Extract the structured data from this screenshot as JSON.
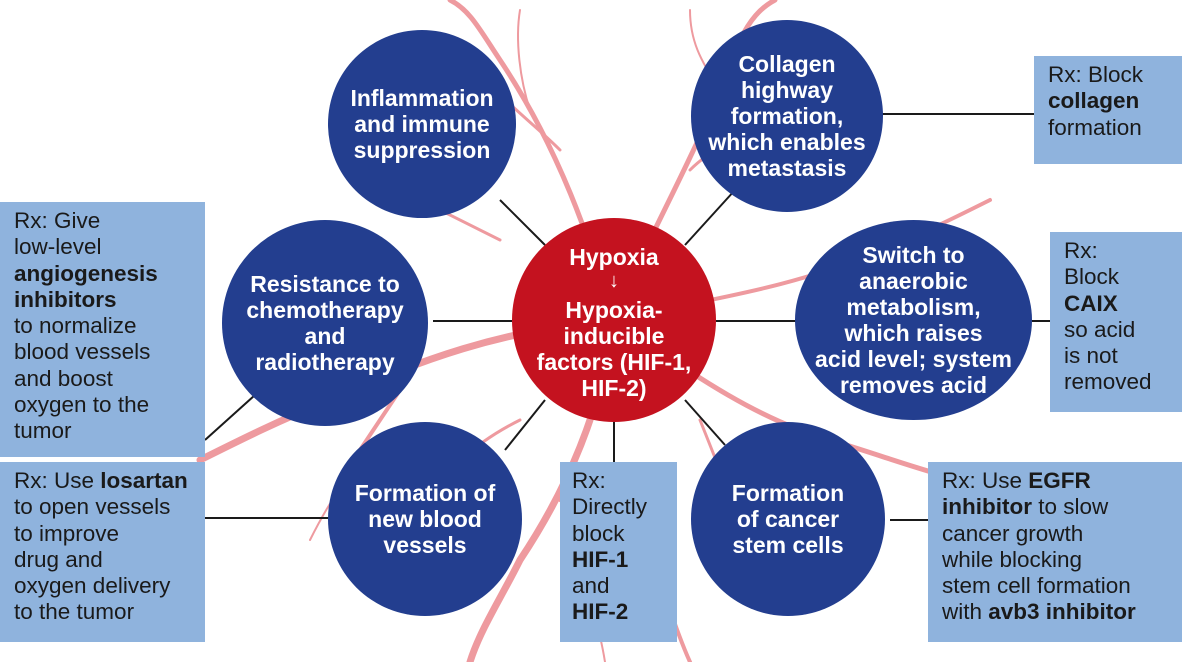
{
  "colors": {
    "circle": "#233e8f",
    "center": "#c4121f",
    "box": "#8fb3dd",
    "vessel": "#ee9a9f",
    "line": "#1a1a1a"
  },
  "center": {
    "top": "Hypoxia",
    "arrow_icon": "arrow-down-icon",
    "bottom": [
      "Hypoxia-",
      "inducible",
      "factors (HIF-1,",
      "HIF-2)"
    ]
  },
  "circles": {
    "inflammation": [
      "Inflammation",
      "and immune",
      "suppression"
    ],
    "collagen": [
      "Collagen",
      "highway",
      "formation,",
      "which enables",
      "metastasis"
    ],
    "resistance": [
      "Resistance to",
      "chemotherapy",
      "and",
      "radiotherapy"
    ],
    "anaerobic": [
      "Switch to",
      "anaerobic",
      "metabolism,",
      "which raises",
      "acid level; system",
      "removes acid"
    ],
    "vessels": [
      "Formation of",
      "new blood",
      "vessels"
    ],
    "stem": [
      "Formation",
      "of cancer",
      "stem cells"
    ]
  },
  "boxes": {
    "collagen_rx": [
      [
        {
          "t": "Rx: Block",
          "b": false
        }
      ],
      [
        {
          "t": "collagen",
          "b": true
        }
      ],
      [
        {
          "t": "formation",
          "b": false
        }
      ]
    ],
    "angiogenesis_rx": [
      [
        {
          "t": "Rx: Give",
          "b": false
        }
      ],
      [
        {
          "t": "low-level",
          "b": false
        }
      ],
      [
        {
          "t": "angiogenesis",
          "b": true
        }
      ],
      [
        {
          "t": "inhibitors",
          "b": true
        }
      ],
      [
        {
          "t": "to normalize",
          "b": false
        }
      ],
      [
        {
          "t": "blood vessels",
          "b": false
        }
      ],
      [
        {
          "t": "and boost",
          "b": false
        }
      ],
      [
        {
          "t": "oxygen to the",
          "b": false
        }
      ],
      [
        {
          "t": "tumor",
          "b": false
        }
      ]
    ],
    "losartan_rx": [
      [
        {
          "t": "Rx: Use ",
          "b": false
        },
        {
          "t": "losartan",
          "b": true
        }
      ],
      [
        {
          "t": "to open vessels",
          "b": false
        }
      ],
      [
        {
          "t": "to improve",
          "b": false
        }
      ],
      [
        {
          "t": "drug and",
          "b": false
        }
      ],
      [
        {
          "t": "oxygen delivery",
          "b": false
        }
      ],
      [
        {
          "t": "to the tumor",
          "b": false
        }
      ]
    ],
    "caix_rx": [
      [
        {
          "t": "Rx:",
          "b": false
        }
      ],
      [
        {
          "t": "Block",
          "b": false
        }
      ],
      [
        {
          "t": "CAIX",
          "b": true
        }
      ],
      [
        {
          "t": "so acid",
          "b": false
        }
      ],
      [
        {
          "t": "is not",
          "b": false
        }
      ],
      [
        {
          "t": "removed",
          "b": false
        }
      ]
    ],
    "hif_rx": [
      [
        {
          "t": "Rx:",
          "b": false
        }
      ],
      [
        {
          "t": "Directly",
          "b": false
        }
      ],
      [
        {
          "t": "block",
          "b": false
        }
      ],
      [
        {
          "t": "HIF-1",
          "b": true
        }
      ],
      [
        {
          "t": "and",
          "b": false
        }
      ],
      [
        {
          "t": "HIF-2",
          "b": true
        }
      ]
    ],
    "egfr_rx": [
      [
        {
          "t": "Rx: Use ",
          "b": false
        },
        {
          "t": "EGFR",
          "b": true
        }
      ],
      [
        {
          "t": "inhibitor",
          "b": true
        },
        {
          "t": " to slow",
          "b": false
        }
      ],
      [
        {
          "t": "cancer growth",
          "b": false
        }
      ],
      [
        {
          "t": "while blocking",
          "b": false
        }
      ],
      [
        {
          "t": "stem cell formation",
          "b": false
        }
      ],
      [
        {
          "t": "with ",
          "b": false
        },
        {
          "t": "avb3 inhibitor",
          "b": true
        }
      ]
    ]
  }
}
